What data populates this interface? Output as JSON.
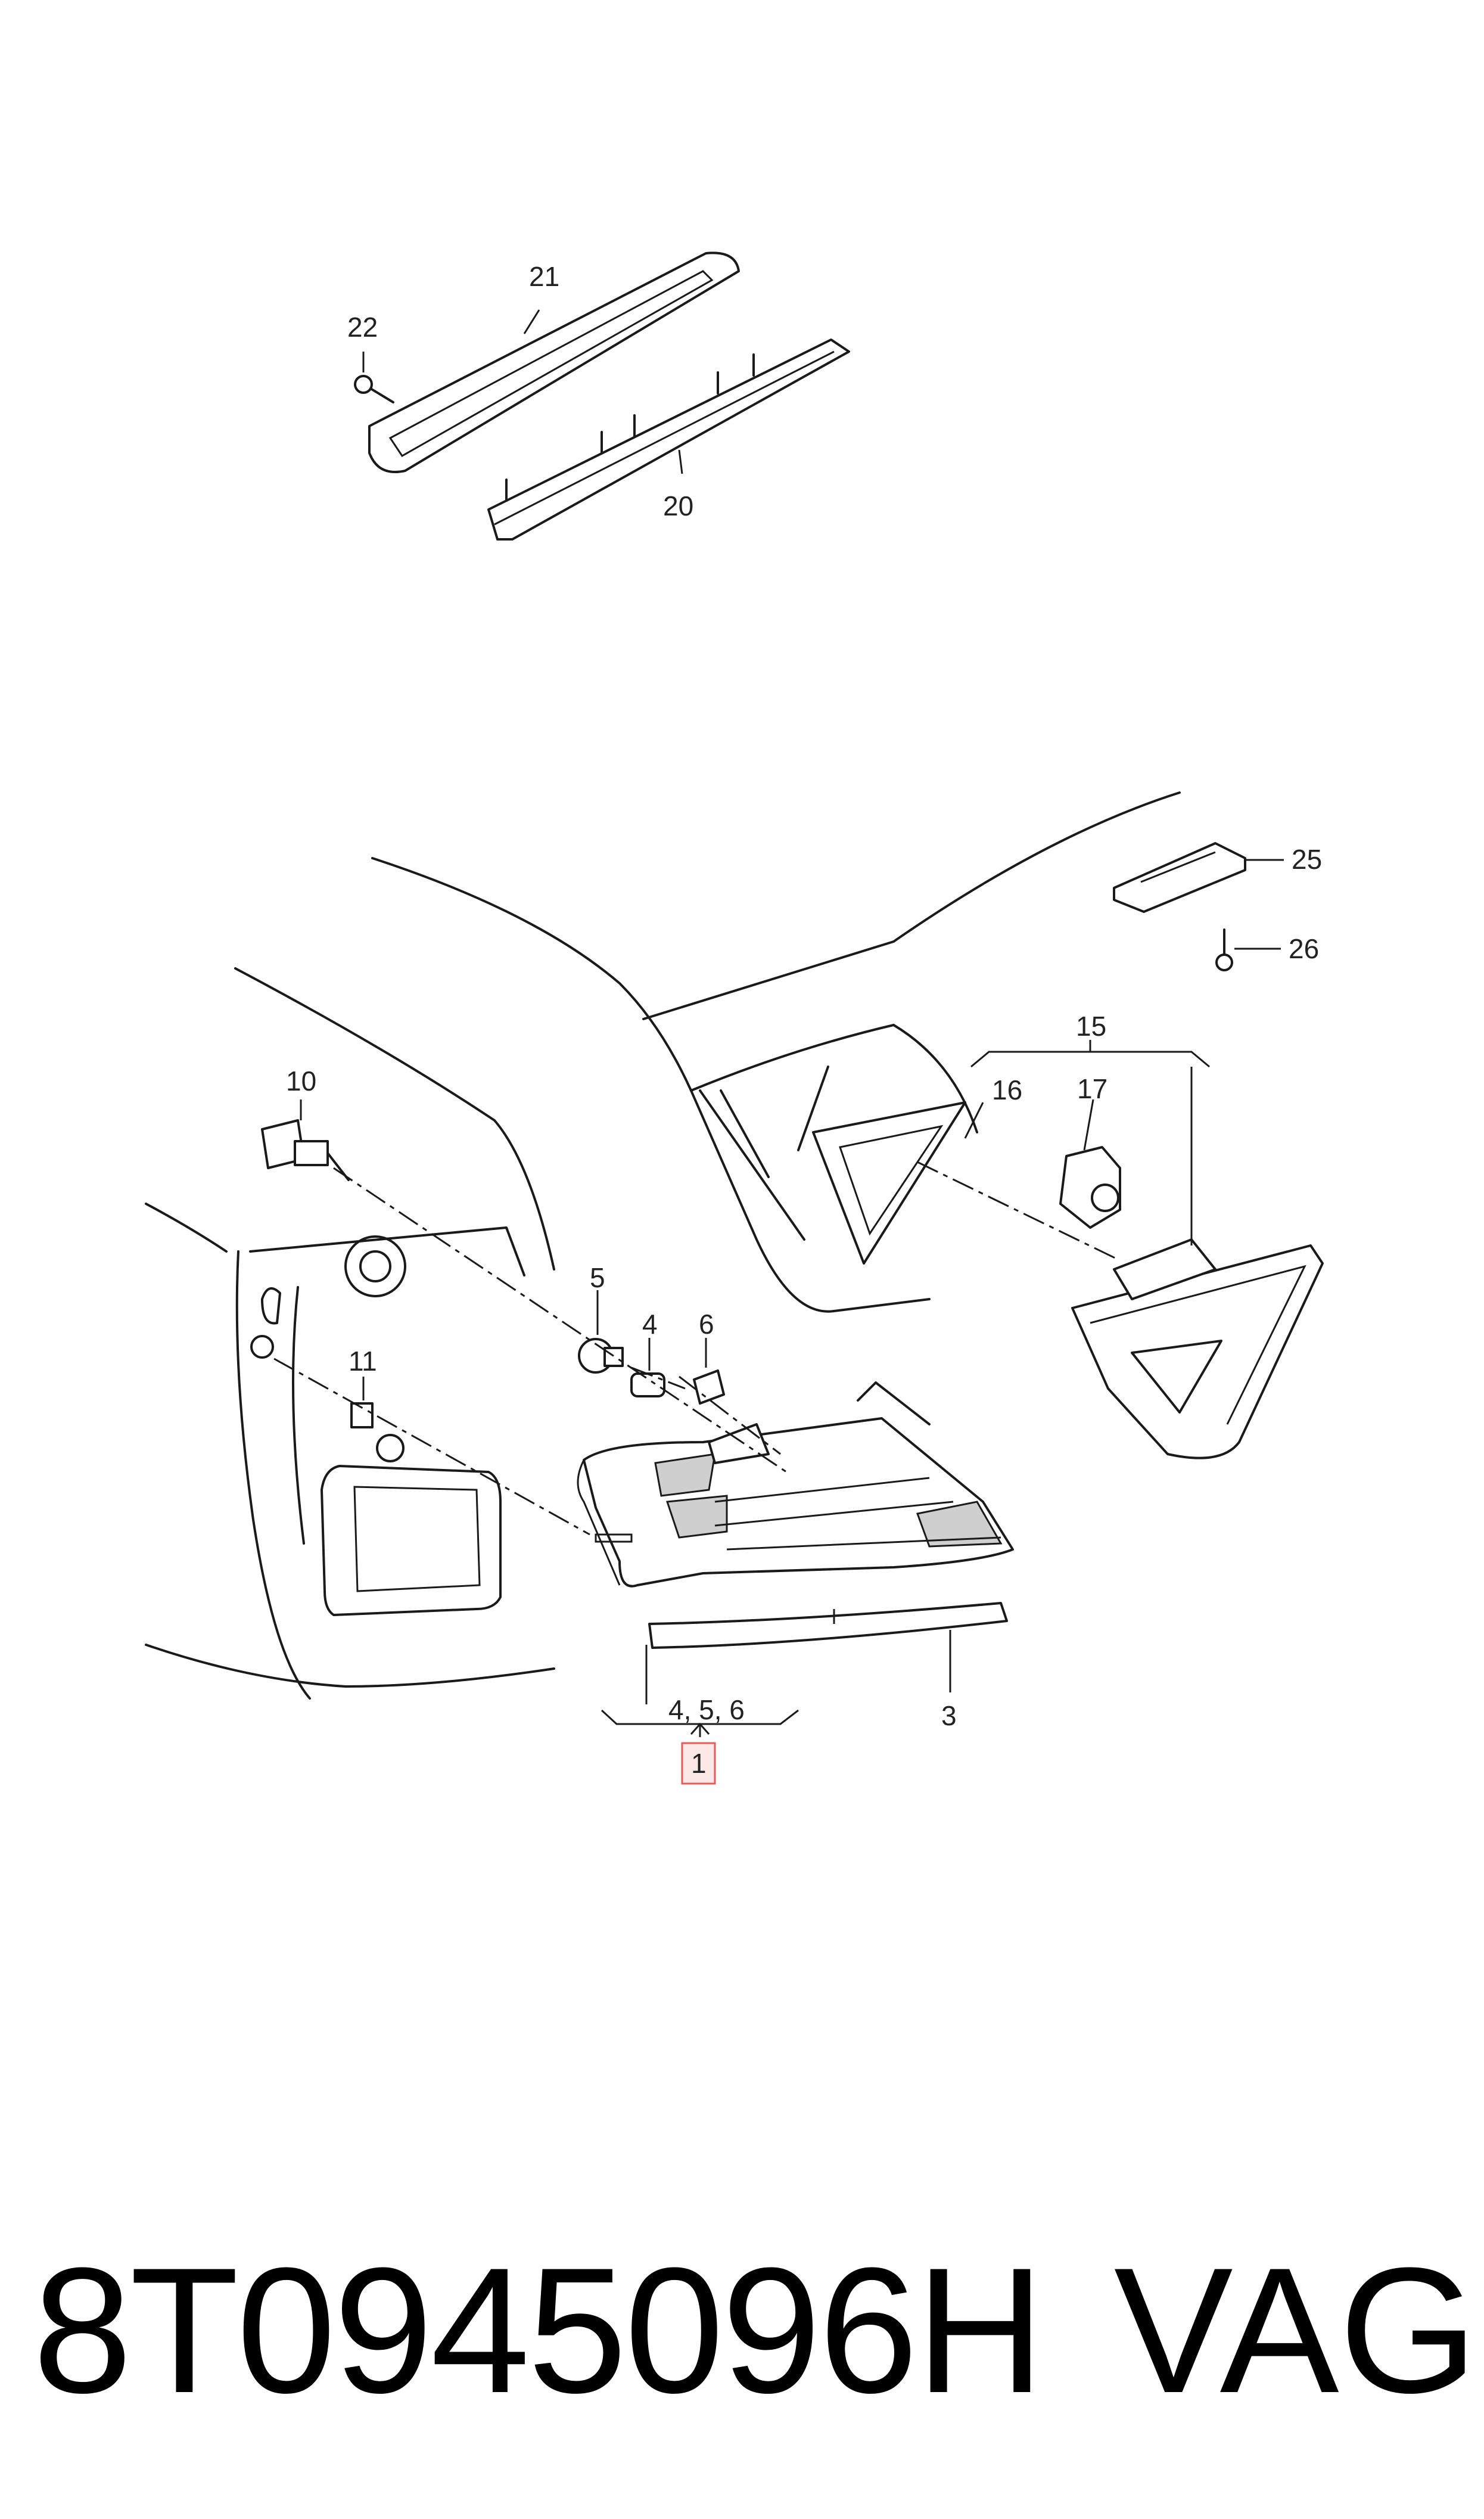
{
  "callouts": {
    "c21": "21",
    "c22": "22",
    "c20": "20",
    "c25": "25",
    "c26": "26",
    "c15": "15",
    "c16": "16",
    "c17": "17",
    "c10": "10",
    "c5": "5",
    "c4": "4",
    "c6": "6",
    "c11": "11",
    "c3": "3",
    "c456": "4, 5, 6",
    "c1": "1"
  },
  "highlight_color": "#e85a5a",
  "footer": {
    "part_number": "8T0945096H",
    "brand": "VAG"
  }
}
